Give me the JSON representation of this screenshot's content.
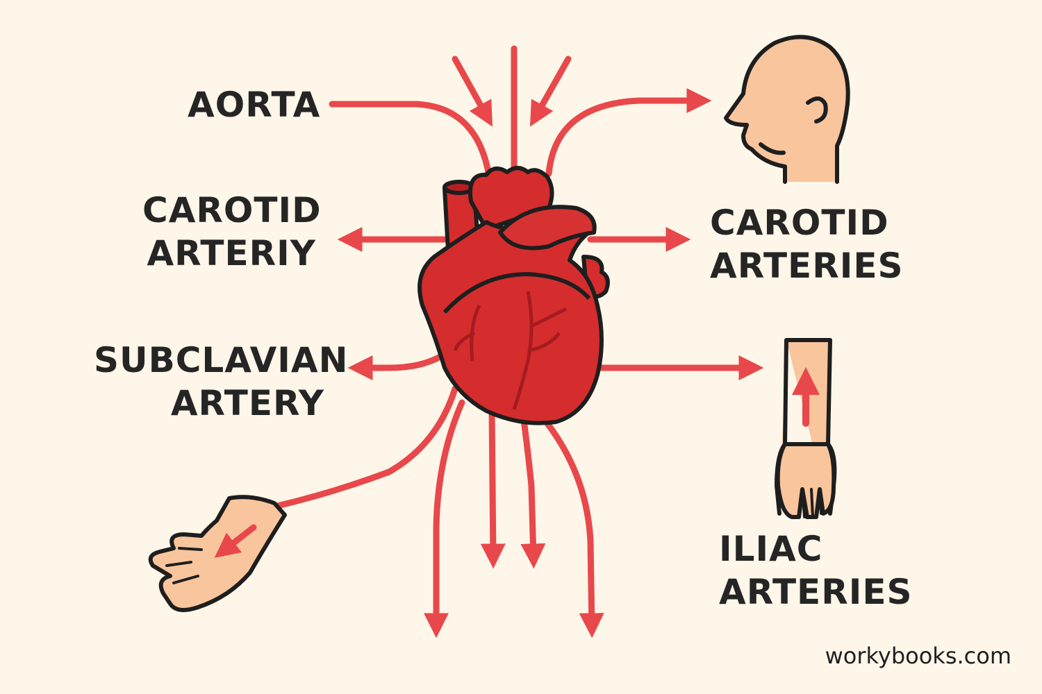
{
  "labels": {
    "aorta": "AORTA",
    "carotid_left": [
      "CAROTID",
      "ARTERIY"
    ],
    "subclavian": [
      "SUBCLAVIAN",
      "ARTERY"
    ],
    "carotid_right": [
      "CAROTID",
      "ARTERIES"
    ],
    "iliac": [
      "ILIAC",
      "ARTERIES"
    ]
  },
  "watermark": "workybooks.com",
  "colors": {
    "artery": "#e8484b",
    "heart": "#d52d2d",
    "heart_dark": "#b51f24",
    "skin": "#f8c59d",
    "outline": "#1e1e1e",
    "background": "#fdf6e9"
  },
  "icons": [
    "heart-icon",
    "head-icon",
    "arm-icon",
    "hand-icon"
  ]
}
